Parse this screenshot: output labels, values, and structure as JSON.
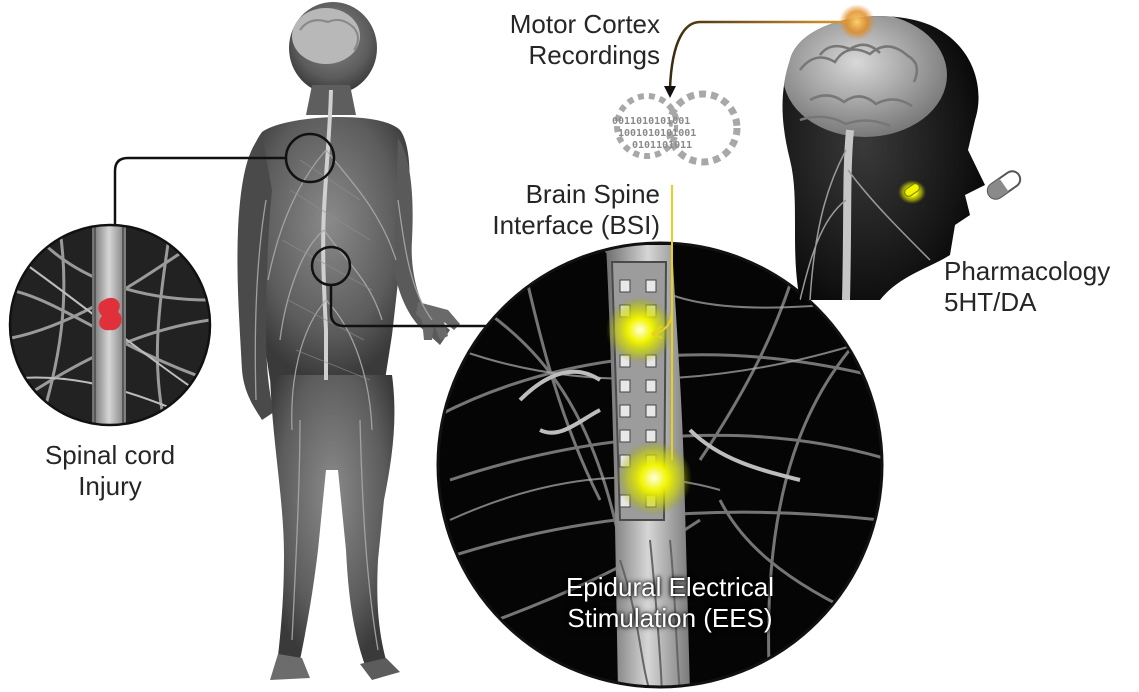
{
  "labels": {
    "motor_cortex": [
      "Motor Cortex",
      "Recordings"
    ],
    "bsi": [
      "Brain Spine",
      "Interface (BSI)"
    ],
    "pharmacology": [
      "Pharmacology",
      "5HT/DA"
    ],
    "spinal_cord": [
      "Spinal cord",
      "Injury"
    ],
    "ees": [
      "Epidural Electrical",
      "Stimulation (EES)"
    ]
  },
  "binary_text": [
    "0011010101001",
    "1001010101001",
    "0101101011"
  ],
  "colors": {
    "stimulation_glow": "#e8f000",
    "injury": "#e0303a",
    "connector_orange": "#c87a1a",
    "connector_yellow": "#e6d21e",
    "body": "#6a6a6a",
    "background": "#ffffff"
  },
  "icons": [
    "gears-icon",
    "capsule-icon",
    "arrow-icon"
  ]
}
